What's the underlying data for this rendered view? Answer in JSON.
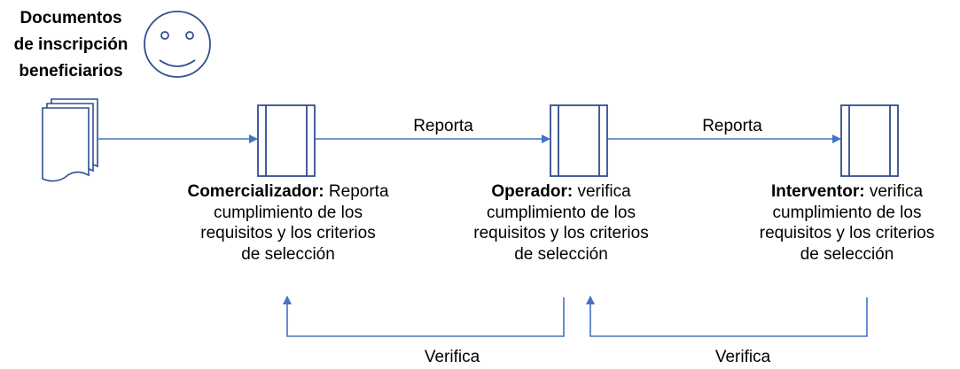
{
  "source": {
    "title_lines": [
      "Documentos",
      "de inscripción",
      "beneficiarios"
    ],
    "document_icon": "document-stack-icon",
    "face_icon": "smiley-face-icon"
  },
  "nodes": [
    {
      "id": "comercializador",
      "role": "Comercializador:",
      "line1_rest": " Reporta",
      "lines": [
        "cumplimiento de los",
        "requisitos y los criterios",
        "de selección"
      ]
    },
    {
      "id": "operador",
      "role": "Operador:",
      "line1_rest": " verifica",
      "lines": [
        "cumplimiento de los",
        "requisitos y los criterios",
        "de selección"
      ]
    },
    {
      "id": "interventor",
      "role": "Interventor:",
      "line1_rest": " verifica",
      "lines": [
        "cumplimiento de los",
        "requisitos y los criterios",
        "de selección"
      ]
    }
  ],
  "edges": {
    "forward_1": "Reporta",
    "forward_2": "Reporta",
    "back_1": "Verifica",
    "back_2": "Verifica"
  },
  "colors": {
    "arrow": "#4472C4",
    "box_stroke": "#2F4F8F",
    "text": "#000000"
  }
}
